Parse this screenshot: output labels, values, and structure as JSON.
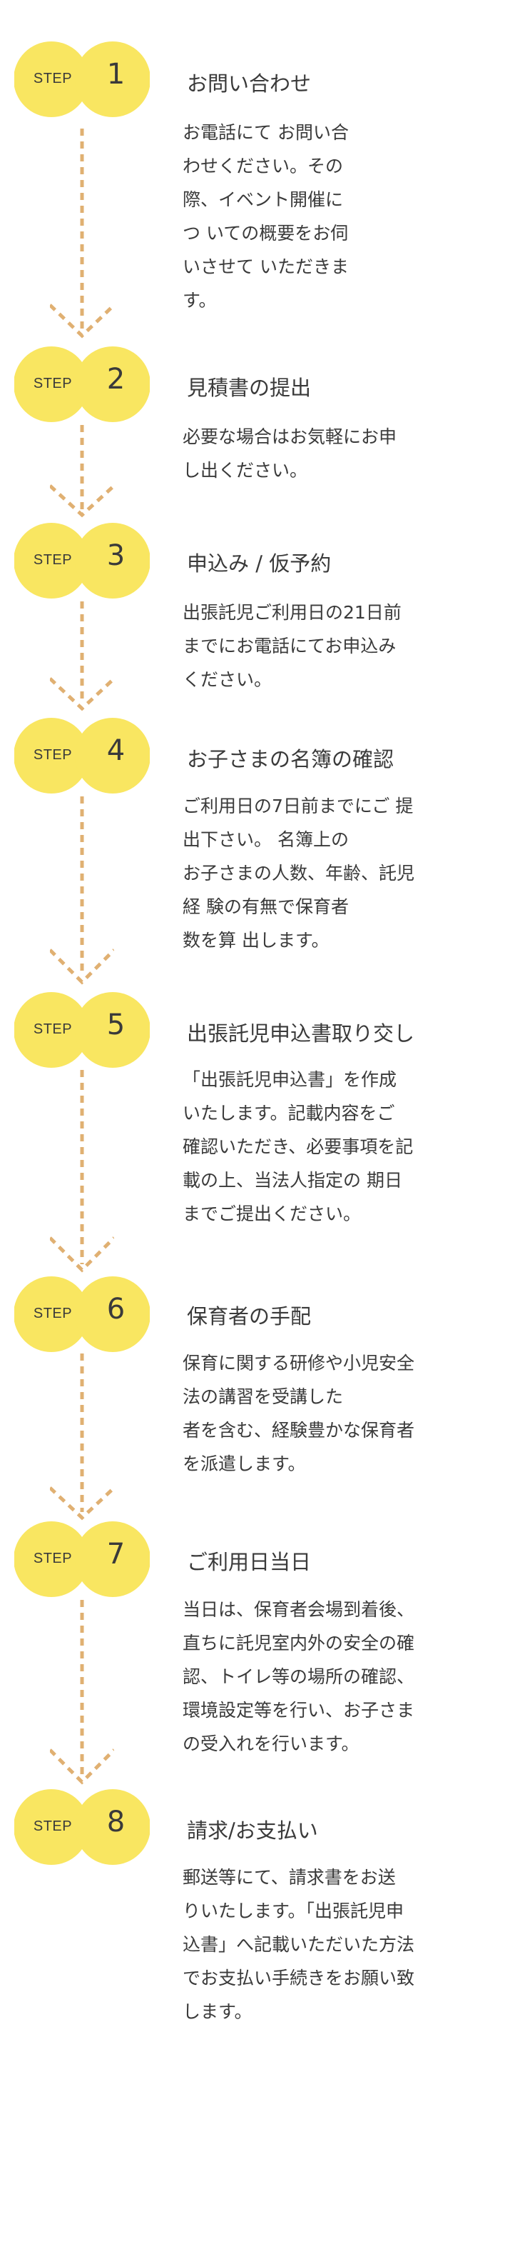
{
  "colors": {
    "circle": "#f9e661",
    "connector": "#e0b072",
    "text": "#3a3a3a"
  },
  "steps": [
    {
      "label": "STEP",
      "num": "1",
      "title": "お問い合わせ",
      "body": "お電話にて お問い合\nわせください。その\n際、イベント開催に\nつ いての概要をお伺\nいさせて いただきま\nす。"
    },
    {
      "label": "STEP",
      "num": "2",
      "title": "見積書の提出",
      "body": "必要な場合はお気軽にお申\nし出ください。"
    },
    {
      "label": "STEP",
      "num": "3",
      "title": "申込み / 仮予約",
      "body": "出張託児ご利用日の21日前\nまでにお電話にてお申込み\nください。"
    },
    {
      "label": "STEP",
      "num": "4",
      "title": "お子さまの名簿の確認",
      "body": "ご利用日の7日前までにご 提\n出下さい。 名簿上の\nお子さまの人数、年齢、託児\n経 験の有無で保育者\n数を算 出します。"
    },
    {
      "label": "STEP",
      "num": "5",
      "title": "出張託児申込書取り交し",
      "body": "「出張託児申込書」を作成\nいたします。記載内容をご\n確認いただき、必要事項を記\n載の上、当法人指定の 期日\nまでご提出ください。"
    },
    {
      "label": "STEP",
      "num": "6",
      "title": "保育者の手配",
      "body": "保育に関する研修や小児安全\n法の講習を受講した\n者を含む、経験豊かな保育者\nを派遣します。"
    },
    {
      "label": "STEP",
      "num": "7",
      "title": "ご利用日当日",
      "body": "当日は、保育者会場到着後、\n直ちに託児室内外の安全の確\n認、トイレ等の場所の確認、\n環境設定等を行い、お子さま\nの受入れを行います。"
    },
    {
      "label": "STEP",
      "num": "8",
      "title": "請求/お支払い",
      "body": "郵送等にて、請求書をお送\nりいたします。「出張託児申\n込書」へ記載いただいた方法\nでお支払い手続きをお願い致\nします。"
    }
  ]
}
